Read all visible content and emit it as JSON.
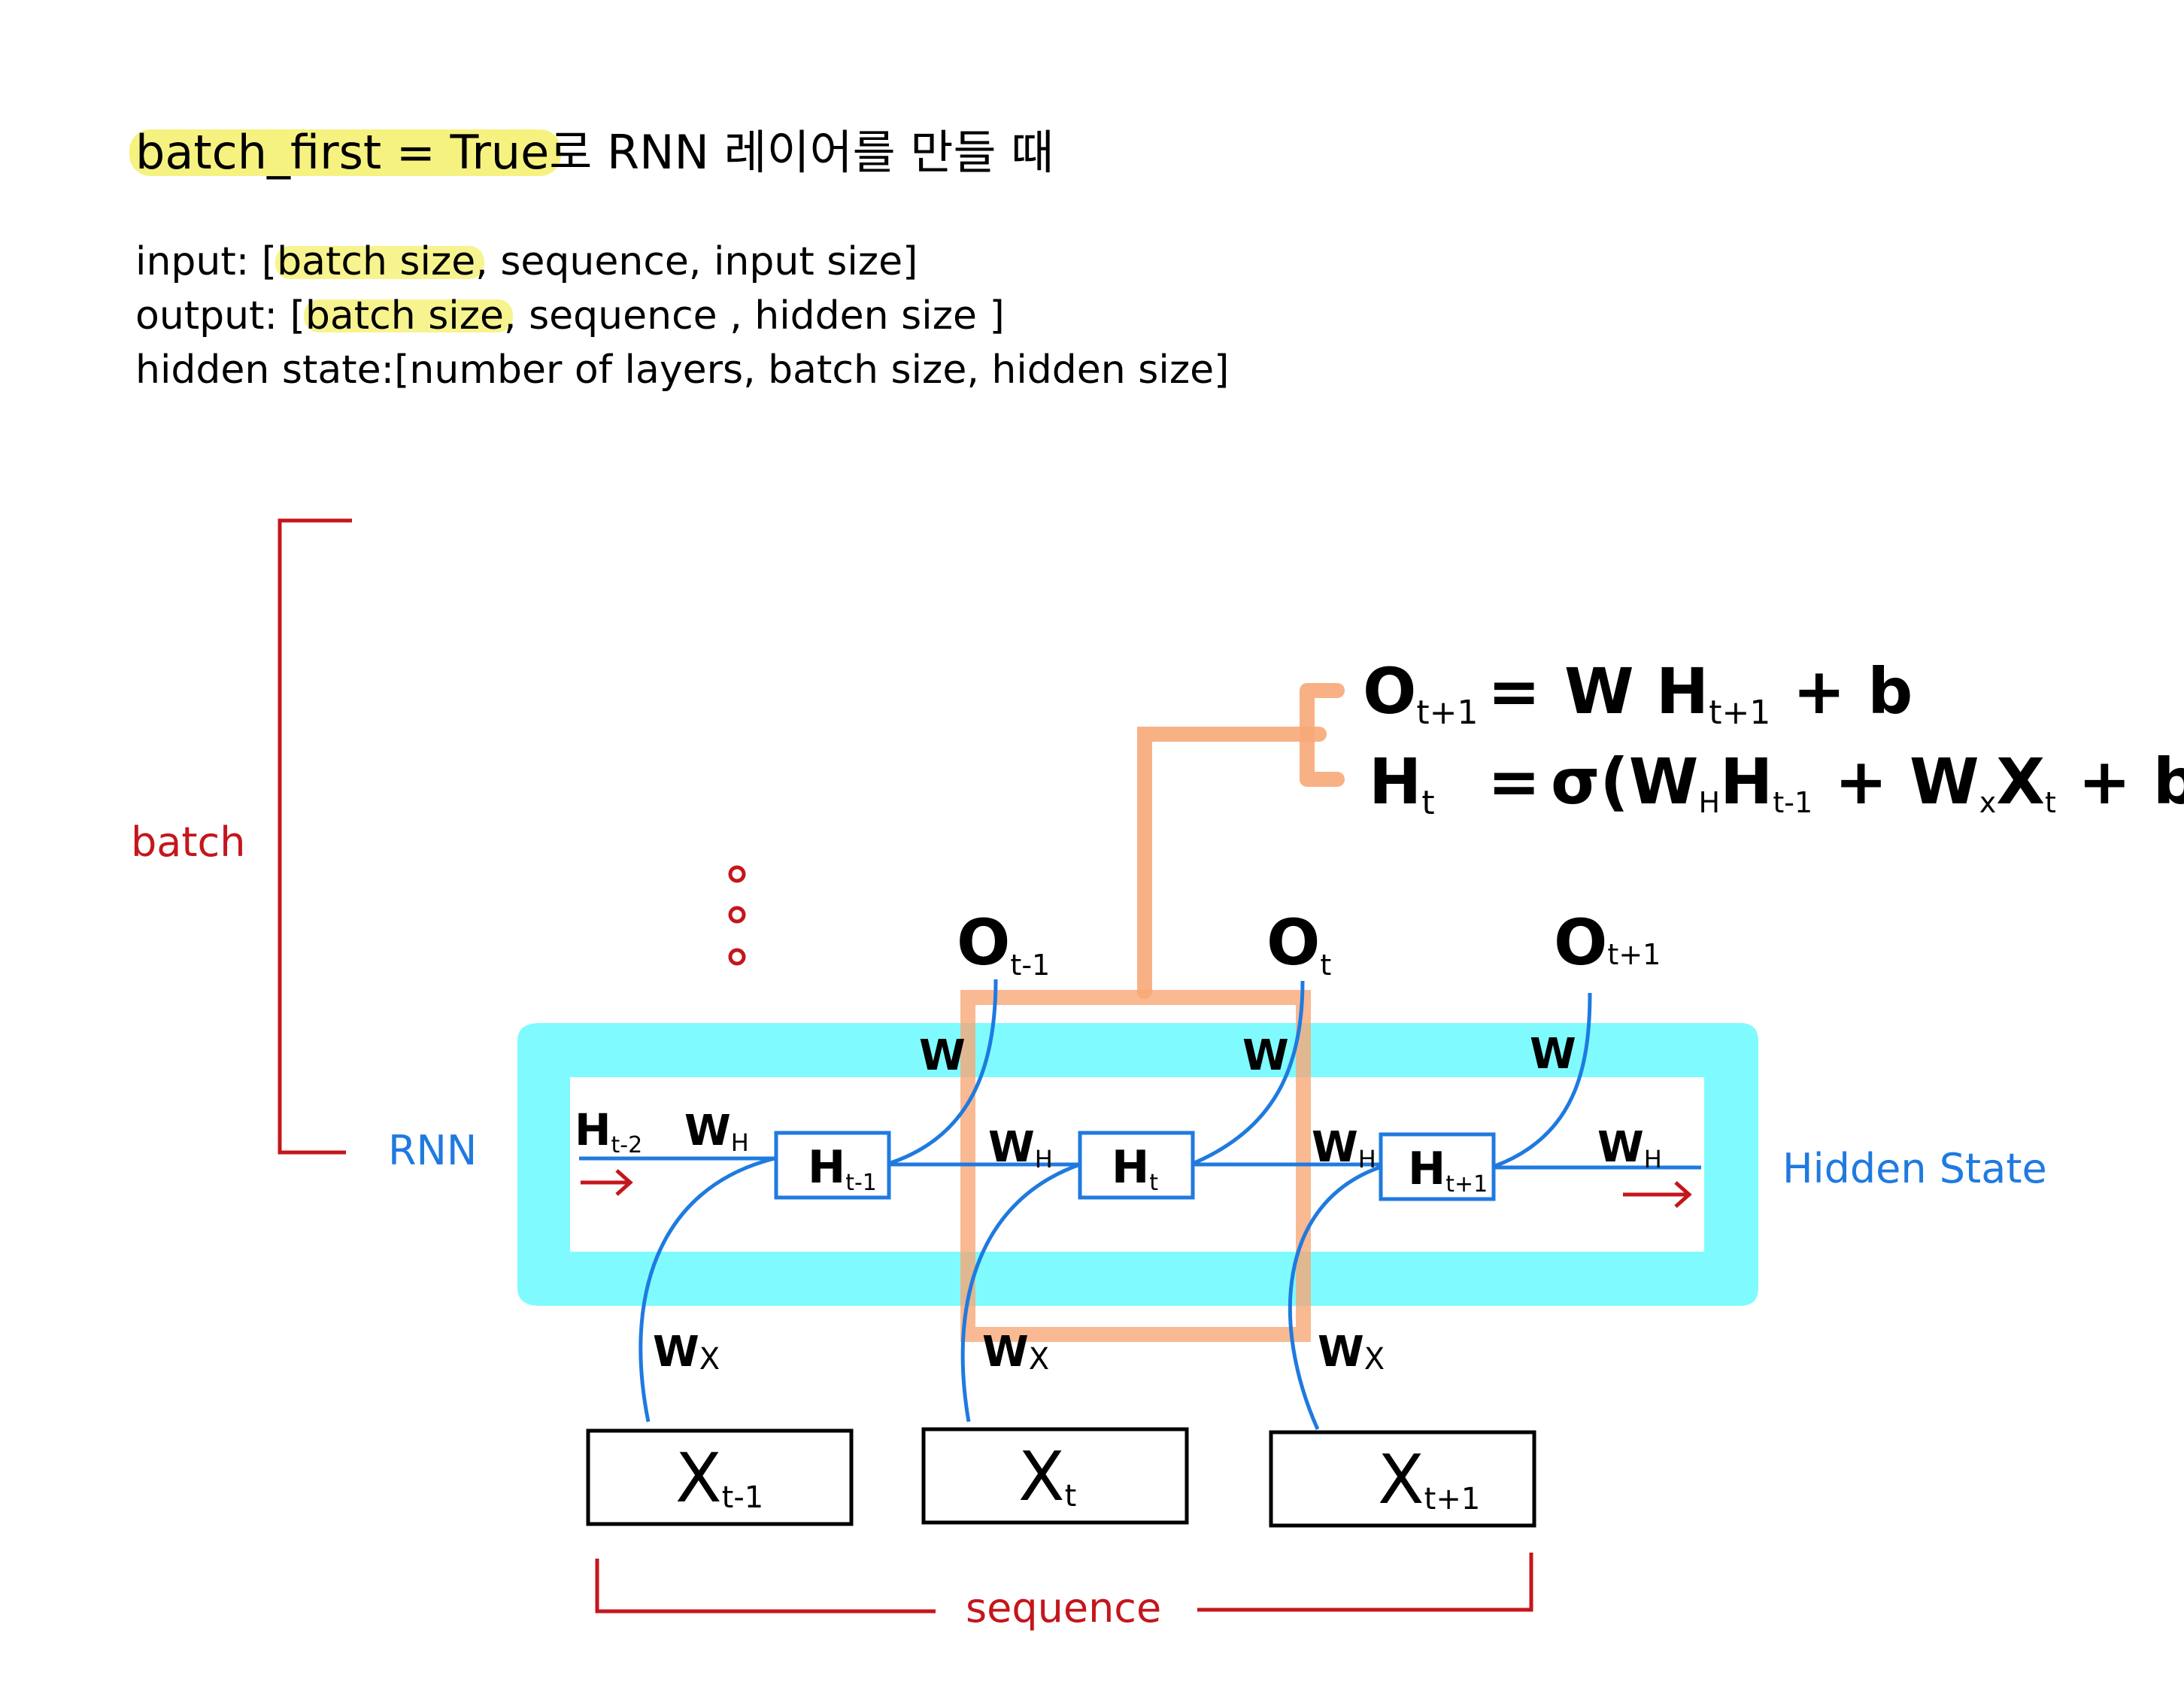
{
  "title": {
    "highlighted": "batch_first = True",
    "rest": "로 RNN 레이어를 만들 때"
  },
  "shapes": {
    "input": {
      "prefix": "input: [",
      "highlight": "batch size",
      "rest": ", sequence, input size]"
    },
    "output": {
      "prefix": "output: [",
      "highlight": "batch size",
      "rest": ", sequence , hidden size ]"
    },
    "hidden": {
      "text": "hidden state:[number of layers, batch size, hidden size]"
    }
  },
  "labels": {
    "batch": "batch",
    "rnn": "RNN",
    "hidden_state": "Hidden State",
    "sequence": "sequence"
  },
  "equations": {
    "line1": {
      "lhs": "O",
      "lhs_sub": "t+1",
      "eq": "=",
      "rhs": "W H",
      "rhs_sub": "t+1",
      "rhs_tail": " + b"
    },
    "line2": {
      "lhs": "H",
      "lhs_sub": "t",
      "eq": "=",
      "p1": "σ(W",
      "p1_sub": "H",
      "p2": "H",
      "p2_sub": "t-1",
      "p3": " + W",
      "p3_sub": "x",
      "p4": "X",
      "p4_sub": "t",
      "p5": " + b)"
    }
  },
  "cells": [
    {
      "main": "H",
      "sub": "t-1"
    },
    {
      "main": "H",
      "sub": "t"
    },
    {
      "main": "H",
      "sub": "t+1"
    }
  ],
  "inputs": [
    {
      "main": "X",
      "sub": "t-1"
    },
    {
      "main": "X",
      "sub": "t"
    },
    {
      "main": "X",
      "sub": "t+1"
    }
  ],
  "outputs": [
    {
      "main": "O",
      "sub": "t-1"
    },
    {
      "main": "O",
      "sub": "t"
    },
    {
      "main": "O",
      "sub": "t+1"
    }
  ],
  "weights": {
    "w": "W",
    "wh": "W",
    "wh_sub": "H",
    "wx": "W",
    "wx_sub": "X",
    "h_prev": "H",
    "h_prev_sub": "t-2"
  },
  "colors": {
    "highlight": "#f4f06a",
    "red": "#c4161c",
    "blue": "#1f7ae0",
    "cyan": "#7ffbff",
    "orange": "#f7a877",
    "black": "#000000"
  }
}
